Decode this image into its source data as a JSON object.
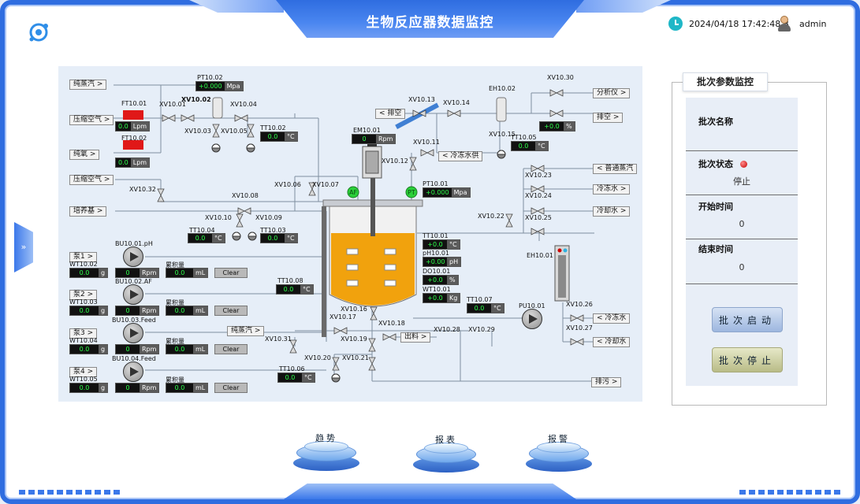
{
  "header": {
    "title": "生物反应器数据监控",
    "datetime": "2024/04/18 17:42:48.8",
    "user": "admin"
  },
  "side_tab": {
    "label": "»"
  },
  "process": {
    "left_sources": [
      {
        "label": "纯蒸汽 >"
      },
      {
        "label": "压缩空气 >"
      },
      {
        "label": "纯氧 >"
      },
      {
        "label": "压缩空气 >"
      },
      {
        "label": "培养基 >"
      }
    ],
    "flow": [
      {
        "tag": "FT10.01",
        "value": "0.0",
        "unit": "Lpm"
      },
      {
        "tag": "FT10.02",
        "value": "0.0",
        "unit": "Lpm"
      }
    ],
    "pt1002": {
      "tag": "PT10.02",
      "value": "+0.000",
      "unit": "Mpa"
    },
    "pt1001": {
      "tag": "PT10.01",
      "value": "+0.000",
      "unit": "Mpa"
    },
    "em1001": {
      "tag": "EM10.01",
      "value": "0",
      "unit": "Rpm"
    },
    "valves": [
      "XV10.01",
      "XV10.02",
      "XV10.03",
      "XV10.04",
      "XV10.05",
      "XV10.06",
      "XV10.07",
      "XV10.08",
      "XV10.09",
      "XV10.10",
      "XV10.11",
      "XV10.12",
      "XV10.13",
      "XV10.14",
      "XV10.15",
      "XV10.16",
      "XV10.17",
      "XV10.18",
      "XV10.19",
      "XV10.20",
      "XV10.21",
      "XV10.22",
      "XV10.23",
      "XV10.24",
      "XV10.25",
      "XV10.26",
      "XV10.27",
      "XV10.28",
      "XV10.29",
      "XV10.30",
      "XV10.31",
      "XV10.32"
    ],
    "temps": [
      {
        "tag": "TT10.02",
        "value": "0.0",
        "unit": "°C"
      },
      {
        "tag": "TT10.04",
        "value": "0.0",
        "unit": "°C"
      },
      {
        "tag": "TT10.03",
        "value": "0.0",
        "unit": "°C"
      },
      {
        "tag": "TT10.05",
        "value": "0.0",
        "unit": "°C"
      },
      {
        "tag": "TT10.08",
        "value": "0.0",
        "unit": "°C"
      },
      {
        "tag": "TT10.01",
        "value": "+0.0",
        "unit": "°C"
      },
      {
        "tag": "TT10.07",
        "value": "0.0",
        "unit": "°C"
      },
      {
        "tag": "TT10.06",
        "value": "0.0",
        "unit": "°C"
      }
    ],
    "eh1002": {
      "tag": "EH10.02",
      "value": "+0.0",
      "unit": "%"
    },
    "eh1001": {
      "tag": "EH10.01"
    },
    "pu1001": {
      "tag": "PU10.01"
    },
    "ph": {
      "tag": "pH10.01",
      "value": "+0.00",
      "unit": "pH"
    },
    "do": {
      "tag": "DO10.01",
      "value": "+0.0",
      "unit": "%"
    },
    "wt1001": {
      "tag": "WT10.01",
      "value": "+0.0",
      "unit": "Kg"
    },
    "agitator": {
      "af": "AF",
      "pt": "PT"
    },
    "right_outputs": [
      {
        "label": "< 排空"
      },
      {
        "label": "< 冷冻水供"
      },
      {
        "label": "分析仪 >"
      },
      {
        "label": "排空 >"
      },
      {
        "label": "< 普通蒸汽"
      },
      {
        "label": "冷冻水 >"
      },
      {
        "label": "冷却水 >"
      },
      {
        "label": "< 冷冻水"
      },
      {
        "label": "< 冷却水"
      },
      {
        "label": "纯蒸汽 >"
      },
      {
        "label": "出料 >"
      },
      {
        "label": "排污 >"
      }
    ],
    "pumps": [
      {
        "label": "泵1 >",
        "bu": "BU10.01.pH",
        "wt": "WT10.02",
        "wt_value": "0.0",
        "wt_unit": "g",
        "rpm_value": "0",
        "rpm_unit": "Rpm",
        "cum_label": "累积量",
        "cum_value": "0.0",
        "cum_unit": "mL",
        "clear": "Clear"
      },
      {
        "label": "泵2 >",
        "bu": "BU10.02.AF",
        "wt": "WT10.03",
        "wt_value": "0.0",
        "wt_unit": "g",
        "rpm_value": "0",
        "rpm_unit": "Rpm",
        "cum_label": "累积量",
        "cum_value": "0.0",
        "cum_unit": "mL",
        "clear": "Clear"
      },
      {
        "label": "泵3 >",
        "bu": "BU10.03.Feed",
        "wt": "WT10.04",
        "wt_value": "0.0",
        "wt_unit": "g",
        "rpm_value": "0",
        "rpm_unit": "Rpm",
        "cum_label": "累积量",
        "cum_value": "0.0",
        "cum_unit": "mL",
        "clear": "Clear"
      },
      {
        "label": "泵4 >",
        "bu": "BU10.04.Feed",
        "wt": "WT10.05",
        "wt_value": "0.0",
        "wt_unit": "g",
        "rpm_value": "0",
        "rpm_unit": "Rpm",
        "cum_label": "累积量",
        "cum_value": "0.0",
        "cum_unit": "mL",
        "clear": "Clear"
      }
    ]
  },
  "batch": {
    "title": "批次参数监控",
    "name_label": "批次名称",
    "name_value": "",
    "status_label": "批次状态",
    "status_value": "停止",
    "start_label": "开始时间",
    "start_value": "0",
    "end_label": "结束时间",
    "end_value": "0",
    "start_button": "批次启动",
    "stop_button": "批次停止"
  },
  "nav": [
    {
      "label": "趋势"
    },
    {
      "label": "报表"
    },
    {
      "label": "报警"
    }
  ]
}
